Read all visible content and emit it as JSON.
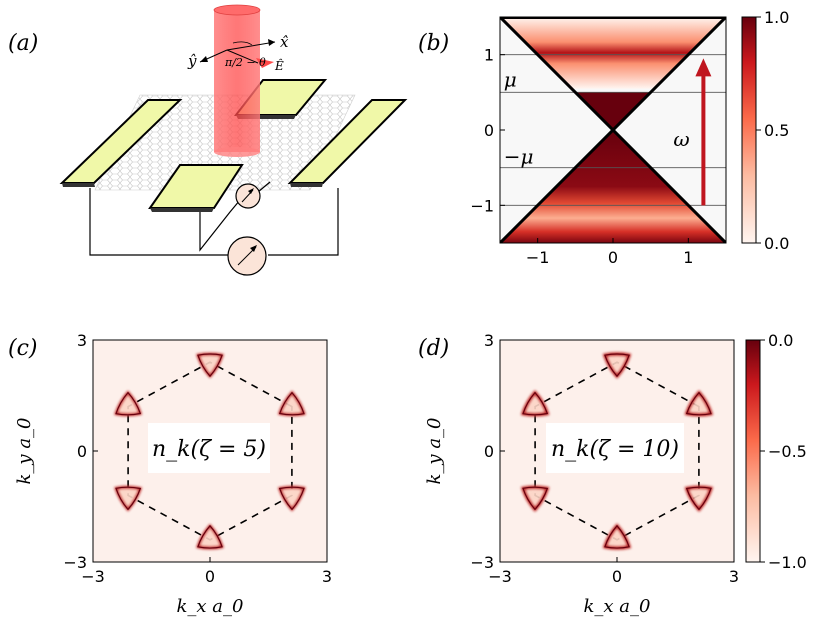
{
  "panel_labels": [
    "(a)",
    "(b)",
    "(c)",
    "(d)"
  ],
  "colors": {
    "dark": "#67000d",
    "mid": "#d62f27",
    "light": "#fff5f0",
    "electrode": "#f0f8a8",
    "beam": "#ff5050"
  },
  "panel_a": {
    "x_label": "x̂",
    "y_label": "ŷ",
    "angle_label": "π/2 − θ",
    "field_label": "Ê"
  },
  "chart_data": [
    {
      "panel": "b",
      "type": "heatmap",
      "xlim": [
        -1.5,
        1.5
      ],
      "ylim": [
        -1.5,
        1.5
      ],
      "x_ticks": [
        "−1",
        "0",
        "1"
      ],
      "y_ticks": [
        "−1",
        "0",
        "1"
      ],
      "x_tick_values": [
        -1,
        0,
        1
      ],
      "y_tick_values": [
        -1,
        0,
        1
      ],
      "mu": 0.5,
      "omega_arrow": {
        "from": -1.0,
        "to": 0.95,
        "x": 1.2
      },
      "upper_band_center": 1.0,
      "hlines": [
        1.0,
        0.5,
        -0.5,
        -1.0
      ],
      "annotations": {
        "mu": "μ",
        "minus_mu": "−μ",
        "omega": "ω"
      },
      "colorbar": {
        "range": [
          0.0,
          1.0
        ],
        "ticks": [
          "0.0",
          "0.5",
          "1.0"
        ],
        "tick_values": [
          0.0,
          0.5,
          1.0
        ]
      }
    },
    {
      "panel": "c",
      "type": "heatmap",
      "xlabel": "k_x a_0",
      "ylabel": "k_y a_0",
      "xlim": [
        -3,
        3
      ],
      "ylim": [
        -3,
        3
      ],
      "x_ticks": [
        "−3",
        "0",
        "3"
      ],
      "y_ticks": [
        "−3",
        "0",
        "3"
      ],
      "tick_values": [
        -3,
        0,
        3
      ],
      "annotation": "n_k(ζ = 5)",
      "zeta": 5
    },
    {
      "panel": "d",
      "type": "heatmap",
      "xlabel": "k_x a_0",
      "ylabel": "k_y a_0",
      "xlim": [
        -3,
        3
      ],
      "ylim": [
        -3,
        3
      ],
      "x_ticks": [
        "−3",
        "0",
        "3"
      ],
      "y_ticks": [
        "−3",
        "0",
        "3"
      ],
      "tick_values": [
        -3,
        0,
        3
      ],
      "annotation": "n_k(ζ = 10)",
      "zeta": 10,
      "colorbar": {
        "range": [
          -1.0,
          0.0
        ],
        "ticks": [
          "−1.0",
          "−0.5",
          "0.0"
        ],
        "tick_values": [
          -1.0,
          -0.5,
          0.0
        ]
      }
    }
  ],
  "hexagon": {
    "vertices_k": [
      [
        2.1,
        1.2
      ],
      [
        0,
        2.4
      ],
      [
        -2.1,
        1.2
      ],
      [
        -2.1,
        -1.2
      ],
      [
        0,
        -2.4
      ],
      [
        2.1,
        -1.2
      ]
    ]
  }
}
